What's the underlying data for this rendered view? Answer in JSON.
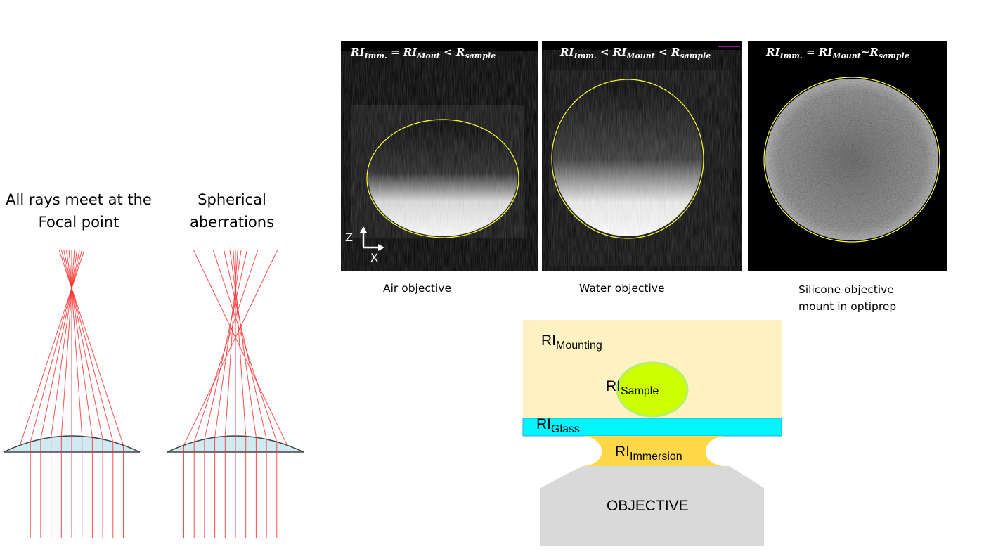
{
  "rays": {
    "left_title": "All rays meet at the Focal point",
    "right_title": "Spherical aberrations"
  },
  "panels": [
    {
      "ri1": "RI",
      "s1": "Imm.",
      "op1": " = ",
      "ri2": "RI",
      "s2": "Mout",
      "op2": " < ",
      "r": "R",
      "s3": "sample",
      "caption": "Air objective"
    },
    {
      "ri1": "RI",
      "s1": "Imm.",
      "op1": " < ",
      "ri2": "RI",
      "s2": "Mount",
      "op2": " < ",
      "r": "R",
      "s3": "sample",
      "caption": "Water objective"
    },
    {
      "ri1": "RI",
      "s1": "Imm.",
      "op1": " = ",
      "ri2": "RI",
      "s2": "Mount",
      "op2": "~",
      "r": "R",
      "s3": "sample",
      "caption_line1": "Silicone objective",
      "caption_line2": "mount in optiprep"
    }
  ],
  "axes": {
    "z": "Z",
    "x": "X"
  },
  "setup": {
    "ri": "RI",
    "mounting": "Mounting",
    "sample": "Sample",
    "glass": "Glass",
    "immersion": "Immersion",
    "objective": "OBJECTIVE"
  },
  "colors": {
    "ray": "#ff2020",
    "lens": "#cfeaf0",
    "mounting": "#fff2c2",
    "sample": "#ccff00",
    "glass": "#00f5ff",
    "immersion": "#ffd84a",
    "objective": "#d9d9d9",
    "ellipse": "#ffff30"
  }
}
